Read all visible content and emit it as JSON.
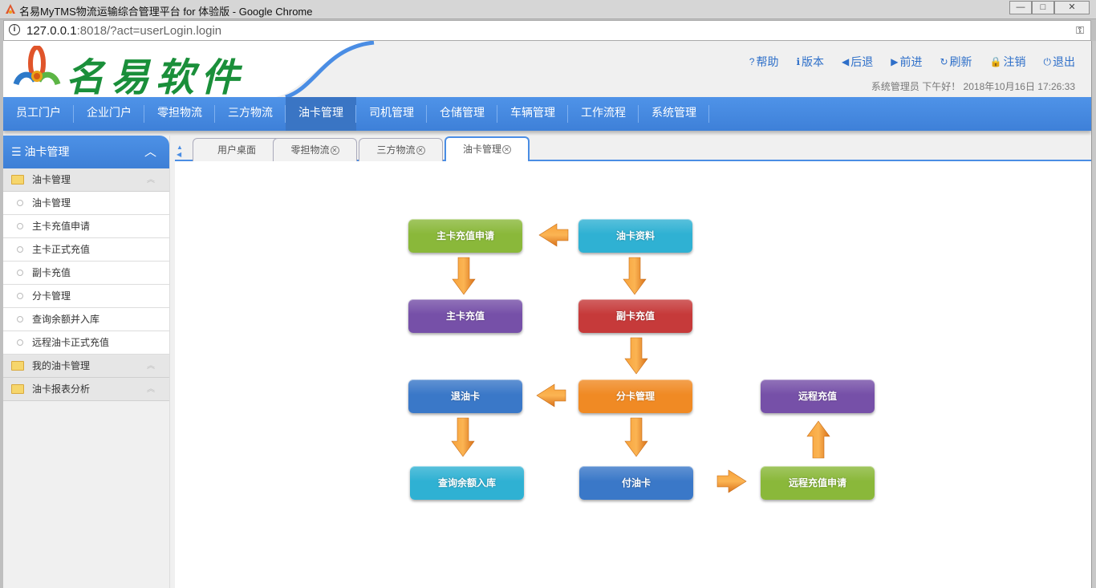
{
  "window": {
    "title": "名易MyTMS物流运输综合管理平台 for 体验版 - Google Chrome",
    "controls": {
      "minimize": "—",
      "maximize": "□",
      "close": "✕"
    }
  },
  "address_bar": {
    "host": "127.0.0.1",
    "rest": ":8018/?act=userLogin.login",
    "key_icon": "key-icon"
  },
  "header": {
    "logo_text": "名易软件",
    "links": [
      {
        "icon": "?",
        "label": "帮助"
      },
      {
        "icon": "ℹ",
        "label": "版本"
      },
      {
        "icon": "◀",
        "label": "后退"
      },
      {
        "icon": "▶",
        "label": "前进"
      },
      {
        "icon": "↻",
        "label": "刷新"
      },
      {
        "icon": "🔒",
        "label": "注销"
      },
      {
        "icon": "⏻",
        "label": "退出"
      }
    ],
    "greeting": "系统管理员 下午好！ 2018年10月16日 17:26:33"
  },
  "nav": {
    "items": [
      "员工门户",
      "企业门户",
      "零担物流",
      "三方物流",
      "油卡管理",
      "司机管理",
      "仓储管理",
      "车辆管理",
      "工作流程",
      "系统管理"
    ],
    "active": "油卡管理",
    "accent": "#4a8de4"
  },
  "sidebar": {
    "title": "油卡管理",
    "groups": [
      {
        "label": "油卡管理",
        "items": [
          "油卡管理",
          "主卡充值申请",
          "主卡正式充值",
          "副卡充值",
          "分卡管理",
          "查询余额并入库",
          "远程油卡正式充值"
        ]
      },
      {
        "label": "我的油卡管理",
        "items": []
      },
      {
        "label": "油卡报表分析",
        "items": []
      }
    ]
  },
  "tabs": [
    {
      "label": "用户桌面",
      "closable": false
    },
    {
      "label": "零担物流",
      "closable": true
    },
    {
      "label": "三方物流",
      "closable": true
    },
    {
      "label": "油卡管理",
      "closable": true,
      "active": true
    }
  ],
  "flow": {
    "nodes": [
      {
        "id": "zkczsq",
        "label": "主卡充值申请",
        "color": "#8ab83a"
      },
      {
        "id": "ykzl",
        "label": "油卡资料",
        "color": "#2fb1d3"
      },
      {
        "id": "zkcz",
        "label": "主卡充值",
        "color": "#7650a8"
      },
      {
        "id": "fkcz",
        "label": "副卡充值",
        "color": "#c63a3a"
      },
      {
        "id": "tyk",
        "label": "退油卡",
        "color": "#3a78c8"
      },
      {
        "id": "fkgl",
        "label": "分卡管理",
        "color": "#f08a24"
      },
      {
        "id": "yccz",
        "label": "远程充值",
        "color": "#7650a8"
      },
      {
        "id": "cxyerk",
        "label": "查询余额入库",
        "color": "#2fb1d3"
      },
      {
        "id": "fyk",
        "label": "付油卡",
        "color": "#3a78c8"
      },
      {
        "id": "ycczsq",
        "label": "远程充值申请",
        "color": "#8ab83a"
      }
    ],
    "edges": [
      [
        "ykzl",
        "zkczsq"
      ],
      [
        "zkczsq",
        "zkcz"
      ],
      [
        "ykzl",
        "fkcz"
      ],
      [
        "fkcz",
        "fkgl"
      ],
      [
        "fkgl",
        "tyk"
      ],
      [
        "tyk",
        "cxyerk"
      ],
      [
        "fkgl",
        "fyk"
      ],
      [
        "fyk",
        "ycczsq"
      ],
      [
        "ycczsq",
        "yccz"
      ]
    ]
  }
}
